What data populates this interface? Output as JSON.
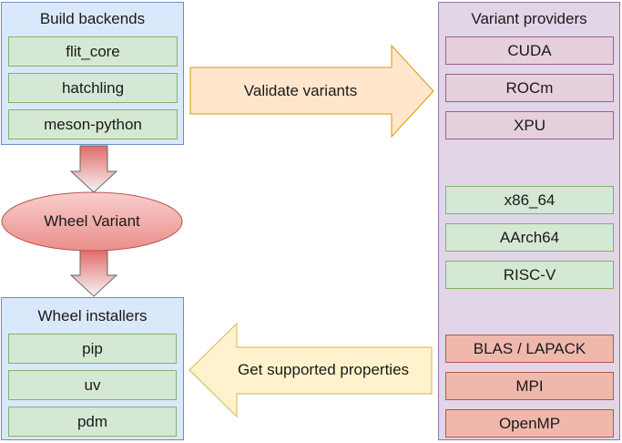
{
  "build_backends": {
    "title": "Build backends",
    "items": [
      "flit_core",
      "hatchling",
      "meson-python"
    ]
  },
  "wheel_variant": {
    "label": "Wheel Variant"
  },
  "wheel_installers": {
    "title": "Wheel installers",
    "items": [
      "pip",
      "uv",
      "pdm"
    ]
  },
  "variant_providers": {
    "title": "Variant providers",
    "groups": [
      {
        "color": "#e6d0de",
        "items": [
          "CUDA",
          "ROCm",
          "XPU"
        ]
      },
      {
        "color": "#d5e8d4",
        "items": [
          "x86_64",
          "AArch64",
          "RISC-V"
        ]
      },
      {
        "color": "#f0b8ad",
        "items": [
          "BLAS / LAPACK",
          "MPI",
          "OpenMP"
        ]
      }
    ]
  },
  "arrows": {
    "validate": "Validate variants",
    "supported": "Get supported properties"
  },
  "colors": {
    "panel_blue": "#dae8fc",
    "panel_blue_border": "#6c8ebf",
    "panel_purple": "#e1d5e7",
    "panel_purple_border": "#9673a6",
    "item_green": "#d5e8d4",
    "item_pink": "#e6d0de",
    "item_red": "#f0b8ad",
    "arrow_orange": "#ffe6cc",
    "arrow_yellow": "#fff2cc",
    "ellipse": "#f8cecc"
  }
}
